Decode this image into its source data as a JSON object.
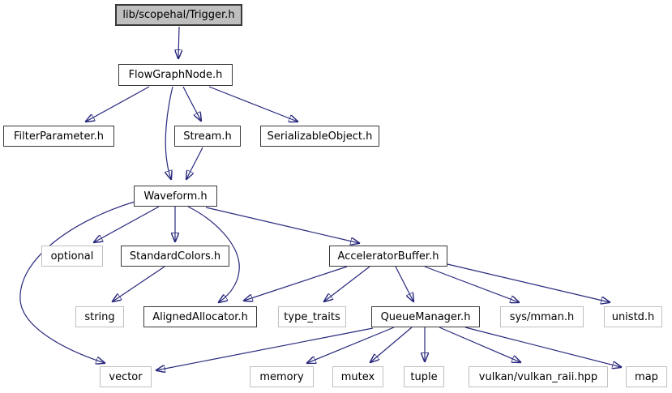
{
  "theme": {
    "bg_color": "#ffffff",
    "edge_color": "#28287d",
    "node_border": "#3a3a3a",
    "external_border": "#c0c0c0",
    "main_fill": "#bfbfbf",
    "node_fill": "#ffffff",
    "text_color": "#000000"
  },
  "diagram": {
    "type": "include-dependency-graph",
    "nodes": [
      {
        "id": "trigger",
        "label": "lib/scopehal/Trigger.h",
        "kind": "main"
      },
      {
        "id": "flowgraphnode",
        "label": "FlowGraphNode.h",
        "kind": "internal"
      },
      {
        "id": "filterparameter",
        "label": "FilterParameter.h",
        "kind": "internal"
      },
      {
        "id": "stream",
        "label": "Stream.h",
        "kind": "internal"
      },
      {
        "id": "serializableobject",
        "label": "SerializableObject.h",
        "kind": "internal"
      },
      {
        "id": "waveform",
        "label": "Waveform.h",
        "kind": "internal"
      },
      {
        "id": "optional",
        "label": "optional",
        "kind": "external"
      },
      {
        "id": "standardcolors",
        "label": "StandardColors.h",
        "kind": "internal"
      },
      {
        "id": "acceleratorbuffer",
        "label": "AcceleratorBuffer.h",
        "kind": "internal"
      },
      {
        "id": "string",
        "label": "string",
        "kind": "external"
      },
      {
        "id": "alignedallocator",
        "label": "AlignedAllocator.h",
        "kind": "internal"
      },
      {
        "id": "type_traits",
        "label": "type_traits",
        "kind": "external"
      },
      {
        "id": "queuemanager",
        "label": "QueueManager.h",
        "kind": "internal"
      },
      {
        "id": "sys_mman",
        "label": "sys/mman.h",
        "kind": "external"
      },
      {
        "id": "unistd",
        "label": "unistd.h",
        "kind": "external"
      },
      {
        "id": "vector",
        "label": "vector",
        "kind": "external"
      },
      {
        "id": "memory",
        "label": "memory",
        "kind": "external"
      },
      {
        "id": "mutex",
        "label": "mutex",
        "kind": "external"
      },
      {
        "id": "tuple",
        "label": "tuple",
        "kind": "external"
      },
      {
        "id": "vulkan_raii",
        "label": "vulkan/vulkan_raii.hpp",
        "kind": "external"
      },
      {
        "id": "map",
        "label": "map",
        "kind": "external"
      }
    ],
    "edges": [
      {
        "from": "trigger",
        "to": "flowgraphnode"
      },
      {
        "from": "flowgraphnode",
        "to": "filterparameter"
      },
      {
        "from": "flowgraphnode",
        "to": "stream"
      },
      {
        "from": "flowgraphnode",
        "to": "serializableobject"
      },
      {
        "from": "flowgraphnode",
        "to": "waveform"
      },
      {
        "from": "stream",
        "to": "waveform"
      },
      {
        "from": "waveform",
        "to": "optional"
      },
      {
        "from": "waveform",
        "to": "standardcolors"
      },
      {
        "from": "waveform",
        "to": "acceleratorbuffer"
      },
      {
        "from": "waveform",
        "to": "alignedallocator"
      },
      {
        "from": "waveform",
        "to": "vector"
      },
      {
        "from": "standardcolors",
        "to": "string"
      },
      {
        "from": "acceleratorbuffer",
        "to": "alignedallocator"
      },
      {
        "from": "acceleratorbuffer",
        "to": "type_traits"
      },
      {
        "from": "acceleratorbuffer",
        "to": "queuemanager"
      },
      {
        "from": "acceleratorbuffer",
        "to": "sys_mman"
      },
      {
        "from": "acceleratorbuffer",
        "to": "unistd"
      },
      {
        "from": "queuemanager",
        "to": "vector"
      },
      {
        "from": "queuemanager",
        "to": "memory"
      },
      {
        "from": "queuemanager",
        "to": "mutex"
      },
      {
        "from": "queuemanager",
        "to": "tuple"
      },
      {
        "from": "queuemanager",
        "to": "vulkan_raii"
      },
      {
        "from": "queuemanager",
        "to": "map"
      }
    ]
  }
}
